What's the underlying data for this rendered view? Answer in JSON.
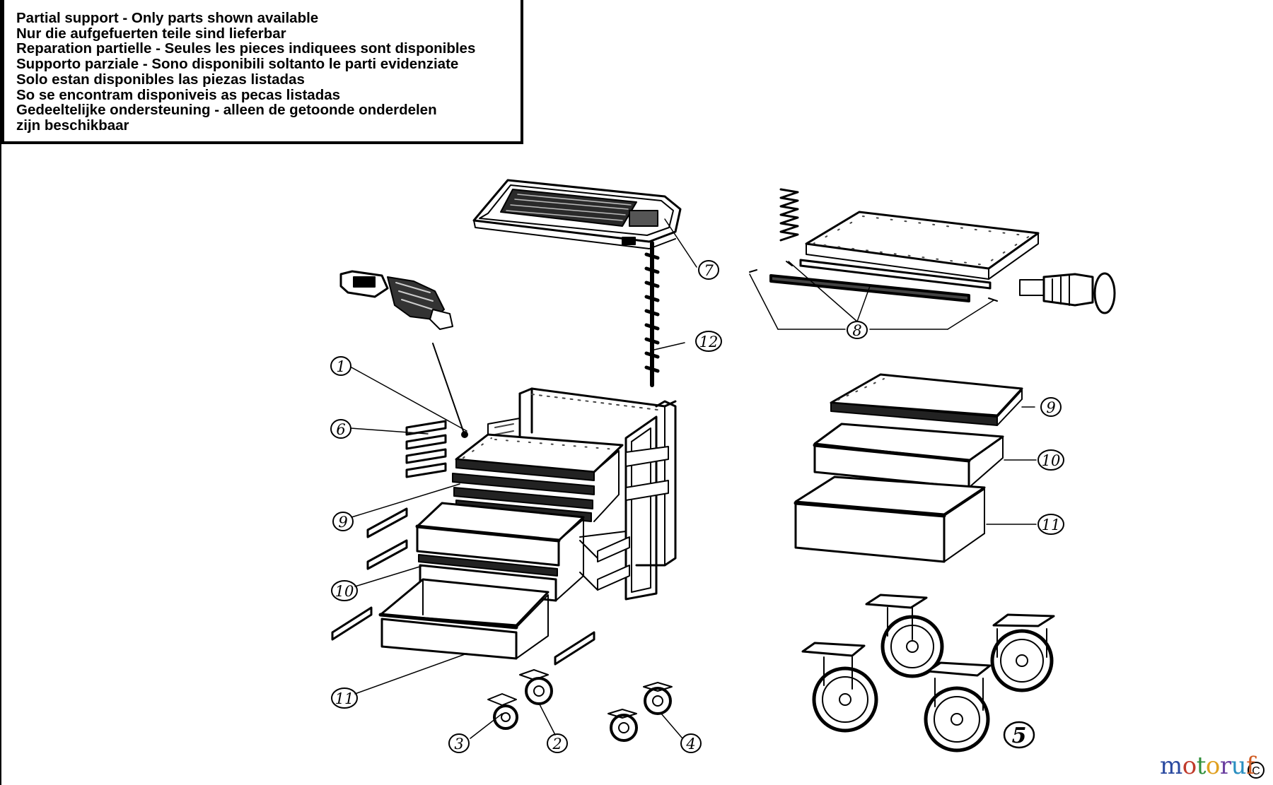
{
  "notice": {
    "lines": [
      "Partial support - Only parts shown available",
      "Nur die aufgefuerten teile sind lieferbar",
      "Reparation partielle - Seules les pieces indiquees sont disponibles",
      "Supporto parziale - Sono disponibili soltanto le parti evidenziate",
      "Solo estan disponibles las piezas listadas",
      "So se encontram disponiveis as pecas listadas",
      "Gedeeltelijke ondersteuning - alleen de getoonde onderdelen",
      "zijn beschikbaar"
    ]
  },
  "callouts": {
    "c1": "1",
    "c2": "2",
    "c3": "3",
    "c4": "4",
    "c5": "5",
    "c6": "6",
    "c7": "7",
    "c8": "8",
    "c9a": "9",
    "c9b": "9",
    "c10a": "10",
    "c10b": "10",
    "c11a": "11",
    "c11b": "11",
    "c12": "12"
  },
  "brand": {
    "letters": [
      "m",
      "o",
      "t",
      "o",
      "r",
      "u",
      "f"
    ],
    "colors": [
      "#2a4aa0",
      "#c03a2b",
      "#2f8f3a",
      "#e0a020",
      "#6b3fa0",
      "#2a8fc0",
      "#d05a20"
    ],
    "badge": "C"
  }
}
